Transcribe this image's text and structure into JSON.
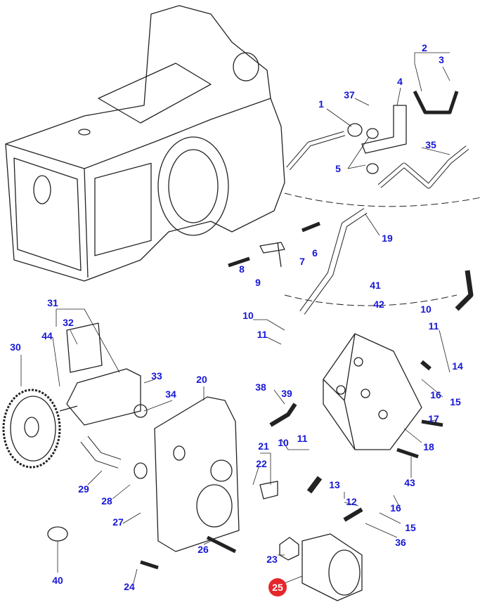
{
  "diagram": {
    "highlight_color": "#e5262b",
    "label_color": "#1616d6",
    "callouts": [
      "2",
      "3",
      "4",
      "37",
      "1",
      "35",
      "5",
      "6",
      "7",
      "19",
      "8",
      "9",
      "41",
      "42",
      "10",
      "10",
      "11",
      "11",
      "14",
      "16",
      "15",
      "31",
      "32",
      "44",
      "30",
      "33",
      "34",
      "20",
      "38",
      "39",
      "17",
      "18",
      "10",
      "11",
      "21",
      "22",
      "43",
      "13",
      "12",
      "16",
      "15",
      "36",
      "29",
      "28",
      "27",
      "26",
      "23",
      "24",
      "25",
      "40"
    ],
    "highlighted": "25"
  }
}
